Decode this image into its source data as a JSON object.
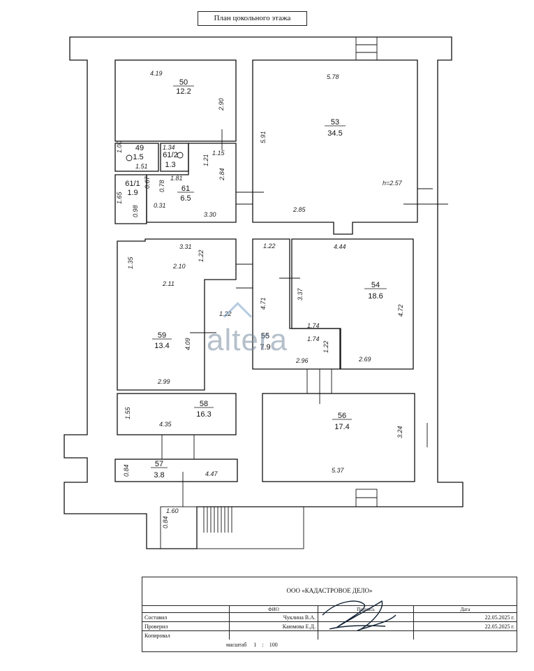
{
  "title": "План цокольного этажа",
  "watermark": "altera",
  "rooms": [
    {
      "num": "50",
      "area": "12.2"
    },
    {
      "num": "53",
      "area": "34.5"
    },
    {
      "num": "49",
      "area": "1.5"
    },
    {
      "num": "61/2",
      "area": "1.3"
    },
    {
      "num": "61/1",
      "area": "1.9"
    },
    {
      "num": "61",
      "area": "6.5"
    },
    {
      "num": "59",
      "area": "13.4"
    },
    {
      "num": "54",
      "area": "18.6"
    },
    {
      "num": "55",
      "area": "7.9"
    },
    {
      "num": "58",
      "area": "16.3"
    },
    {
      "num": "56",
      "area": "17.4"
    },
    {
      "num": "57",
      "area": "3.8"
    }
  ],
  "dims": {
    "d419": "4.19",
    "d290": "2.90",
    "d578": "5.78",
    "d591": "5.91",
    "h257": "h=2.57",
    "d285": "2.85",
    "d100": "1.00",
    "d151": "1.51",
    "d134": "1.34",
    "d181": "1.81",
    "d115": "1.15",
    "d121": "1.21",
    "d284": "2.84",
    "d078": "0.78",
    "d067": "0.67",
    "d165": "1.65",
    "d098": "0.98",
    "d031": "0.31",
    "d330": "3.30",
    "d331": "3.31",
    "d135": "1.35",
    "d122a": "1.22",
    "d210": "2.10",
    "d211": "2.11",
    "d122b": "1.22",
    "d409": "4.09",
    "d299": "2.99",
    "d122c": "1.22",
    "d444": "4.44",
    "d471": "4.71",
    "d337": "3.37",
    "d472": "4.72",
    "d174a": "1.74",
    "d174b": "1.74",
    "d122d": "1.22",
    "d296": "2.96",
    "d269": "2.69",
    "d155": "1.55",
    "d435": "4.35",
    "d324": "3.24",
    "d537": "5.37",
    "d084a": "0.84",
    "d447": "4.47",
    "d160": "1.60",
    "d084b": "0.84"
  },
  "stamp": {
    "org": "ООО «КАДАСТРОВОЕ ДЕЛО»",
    "h_fio": "ФИО",
    "h_sign": "Подпись",
    "h_date": "Дата",
    "r1_role": "Составил",
    "r1_name": "Чуклина В.А.",
    "r1_date": "22.05.2025 г.",
    "r2_role": "Проверил",
    "r2_name": "Каюмова Е.Д.",
    "r2_date": "22.05.2025 г.",
    "r3_role": "Копировал",
    "scale_label": "масштаб",
    "scale_1": "1",
    "scale_sep": ":",
    "scale_100": "100"
  }
}
